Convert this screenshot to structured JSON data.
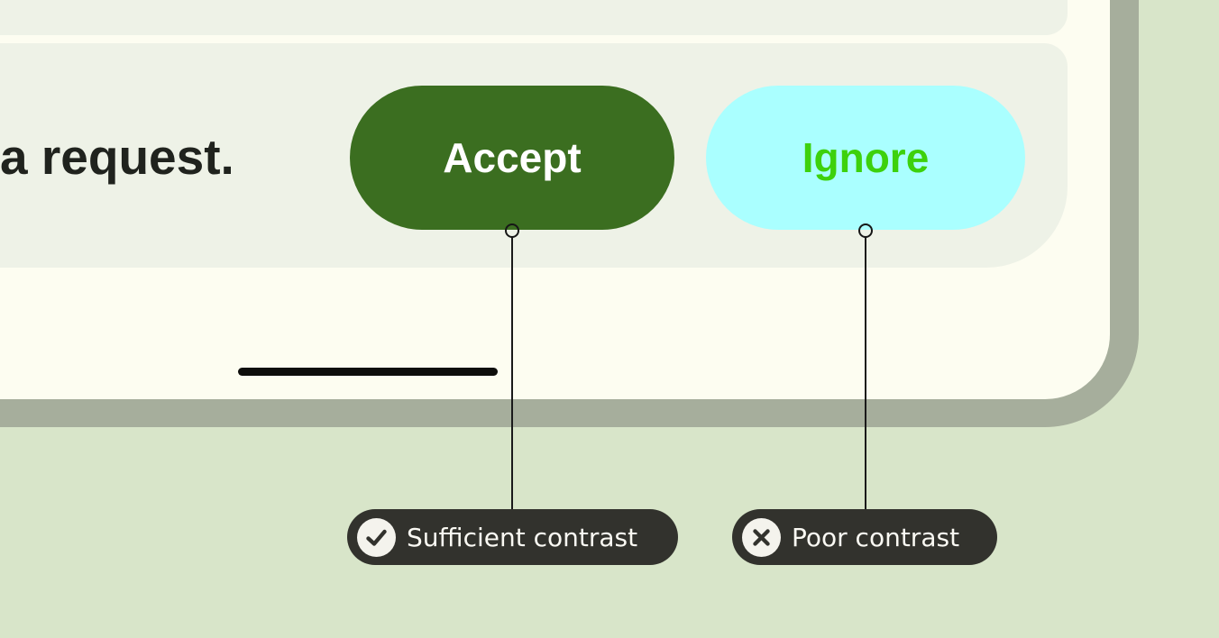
{
  "illustration": {
    "description": "Contrast accessibility example showing a sufficient-contrast button and a poor-contrast button on a phone mockup",
    "message_text_fragment": "a request.",
    "buttons": [
      {
        "label": "Accept",
        "background": "#3b6e20",
        "text_color": "#ffffff",
        "contrast": "sufficient"
      },
      {
        "label": "Ignore",
        "background": "#aaffff",
        "text_color": "#3dd10c",
        "contrast": "poor"
      }
    ],
    "annotations": [
      {
        "label": "Sufficient contrast",
        "icon": "check-circle-icon"
      },
      {
        "label": "Poor contrast",
        "icon": "x-circle-icon"
      }
    ],
    "colors": {
      "page_background": "#d8e5c9",
      "phone_frame": "#a6ae9c",
      "phone_screen": "#fdfdf1",
      "card": "#eef2e7",
      "message_text": "#20231e",
      "annotation_pill": "#32322d",
      "annotation_text": "#faf9f3",
      "annotation_icon_circle": "#f4f3ed",
      "home_indicator": "#0e0e0c",
      "leader_line": "#1a1a1a"
    }
  }
}
